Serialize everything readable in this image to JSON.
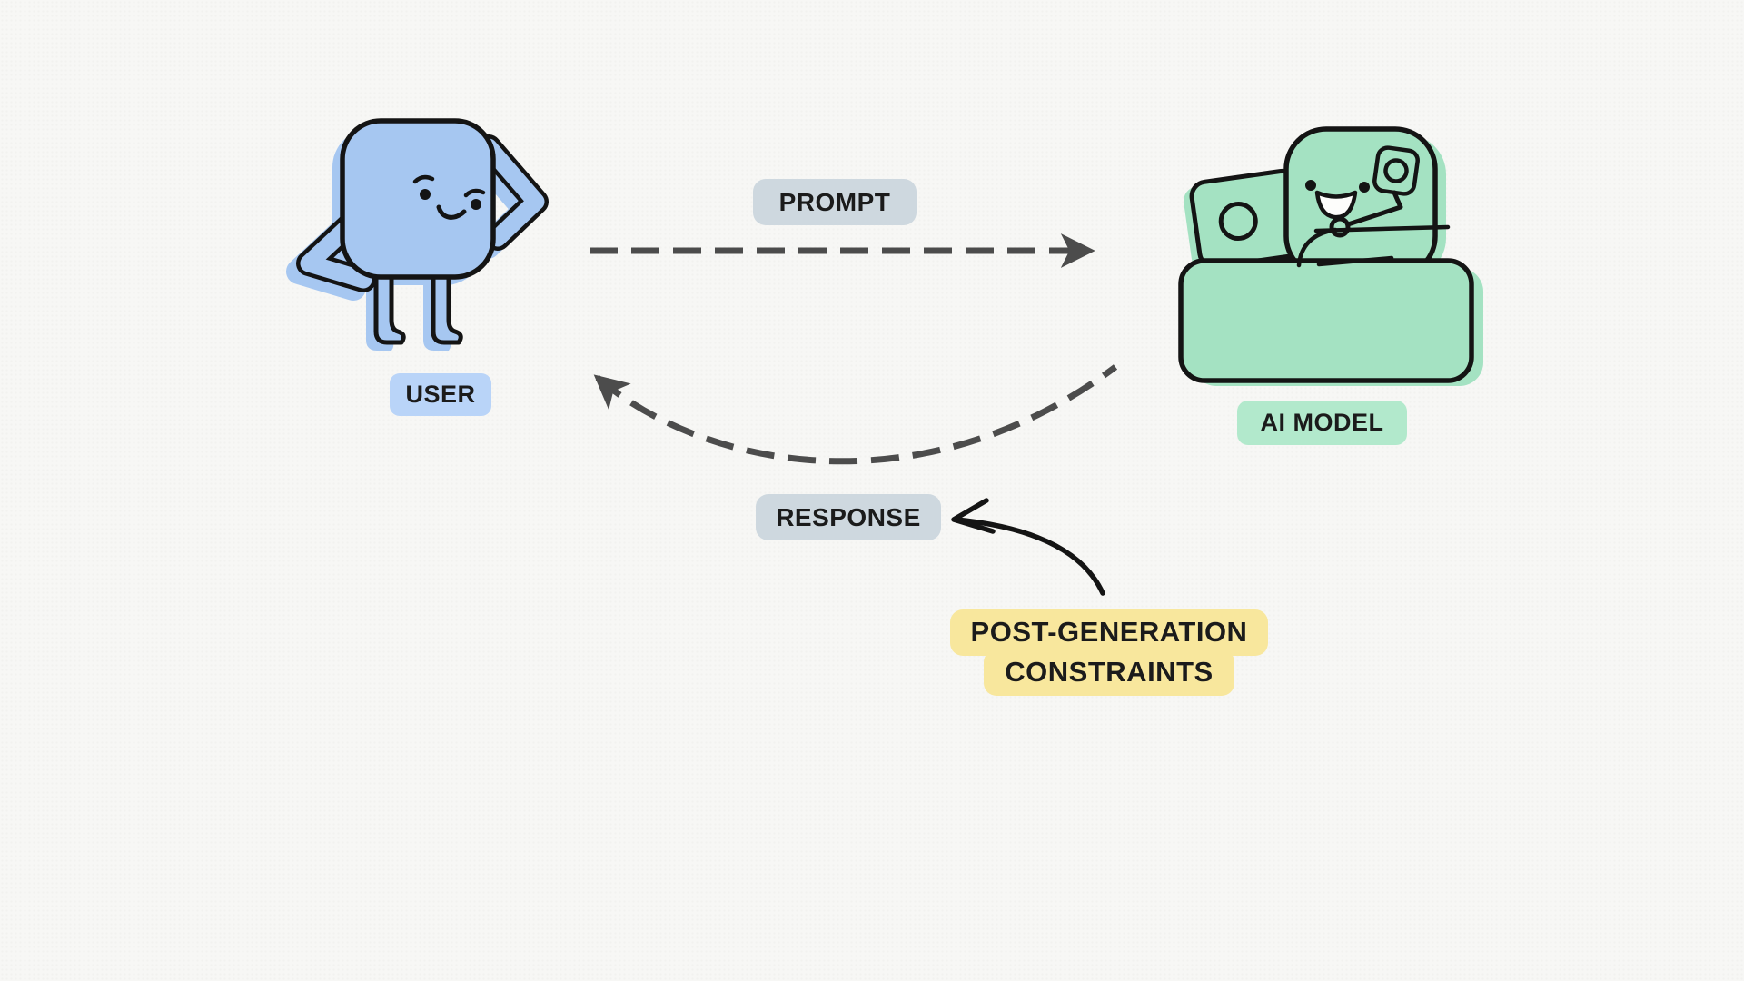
{
  "diagram": {
    "title_none_shown": "",
    "nodes": [
      {
        "id": "user",
        "label": "USER",
        "kind": "person-character",
        "color": "#a6c7f1"
      },
      {
        "id": "ai_model",
        "label": "AI MODEL",
        "kind": "robot-character-at-desk-with-laptop",
        "color": "#a4e2c2"
      }
    ],
    "edges": [
      {
        "label": "PROMPT",
        "from": "USER",
        "to": "AI MODEL",
        "style": "dashed-straight-arrow"
      },
      {
        "label": "RESPONSE",
        "from": "AI MODEL",
        "to": "USER",
        "style": "dashed-curved-arrow"
      },
      {
        "label": "POST-GENERATION CONSTRAINTS",
        "points_to": "RESPONSE",
        "style": "solid-hand-drawn-arrow"
      }
    ]
  },
  "labels": {
    "user": "USER",
    "ai_model": "AI MODEL",
    "prompt": "PROMPT",
    "response": "RESPONSE",
    "post_generation_line1": "POST-GENERATION",
    "post_generation_line2": "CONSTRAINTS"
  },
  "colors": {
    "user_fill": "#a6c7f1",
    "user_label_bg": "#b9d4f8",
    "ai_fill": "#a4e2c2",
    "ai_label_bg": "#b2e9cc",
    "flow_label_bg": "#ced8df",
    "constraint_label_bg": "#f8e79d",
    "arrow_dash": "#4c4c4c",
    "ink": "#141414",
    "bg": "#f7f7f5"
  },
  "icons": {
    "user_character": "confused-person-square-icon",
    "ai_character": "happy-robot-square-icon",
    "laptop": "laptop-icon",
    "head_module": "speaker-module-icon"
  }
}
